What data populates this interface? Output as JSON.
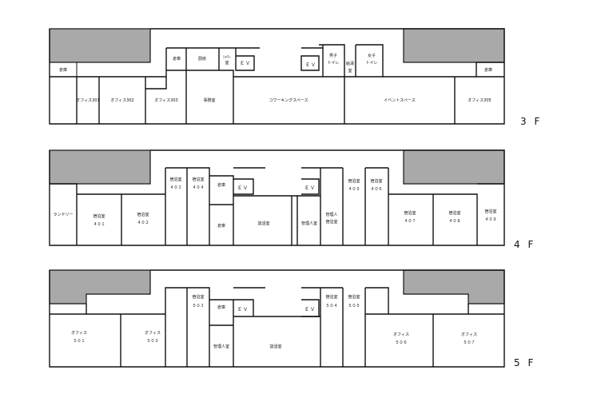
{
  "floors": [
    {
      "label": "3 F",
      "rooms": {
        "storage_left": "倉庫",
        "office301": "オフィス301",
        "office302": "オフィス302",
        "office303": "オフィス303",
        "storage_mid": "倉庫",
        "kitchen": "厨房",
        "shower_1": "ｼｬﾜｰ",
        "shower_2": "室",
        "ev1": "ＥＶ",
        "office_room": "事務室",
        "coworking": "コワーキングスペース",
        "ev2": "ＥＶ",
        "mens_1": "男子",
        "mens_2": "トイレ",
        "janitor_1": "給湯",
        "janitor_2": "室",
        "womens_1": "女子",
        "womens_2": "トイレ",
        "event": "イベントスペース",
        "storage_right": "倉庫",
        "office305": "オフィス305"
      }
    },
    {
      "label": "4 F",
      "rooms": {
        "laundry": "ランドリー",
        "r401_1": "宿泊室",
        "r401_2": "４０１",
        "r402_1": "宿泊室",
        "r402_2": "４０２",
        "r403_1": "宿泊室",
        "r403_2": "４０３",
        "r404_1": "宿泊室",
        "r404_2": "４０４",
        "storage_a": "倉庫",
        "storage_b": "倉庫",
        "ev1": "ＥＶ",
        "lounge": "談話室",
        "ev2": "ＥＶ",
        "manager": "管理人室",
        "mgrroom_1": "管理人",
        "mgrroom_2": "宿泊室",
        "r405_1": "宿泊室",
        "r405_2": "４０５",
        "r406_1": "宿泊室",
        "r406_2": "４０６",
        "r407_1": "宿泊室",
        "r407_2": "４０７",
        "r408_1": "宿泊室",
        "r408_2": "４０８",
        "r409_1": "宿泊室",
        "r409_2": "４０９"
      }
    },
    {
      "label": "5 F",
      "rooms": {
        "o501_1": "オフィス",
        "o501_2": "５０１",
        "o502_1": "オフィス",
        "o502_2": "５０２",
        "r503_1": "宿泊室",
        "r503_2": "５０３",
        "storage": "倉庫",
        "ev1": "ＥＶ",
        "manager": "管理人室",
        "lounge": "談話室",
        "ev2": "ＥＶ",
        "r504_1": "宿泊室",
        "r504_2": "５０４",
        "r505_1": "宿泊室",
        "r505_2": "５０５",
        "o506_1": "オフィス",
        "o506_2": "５０６",
        "o507_1": "オフィス",
        "o507_2": "５０７"
      }
    }
  ]
}
